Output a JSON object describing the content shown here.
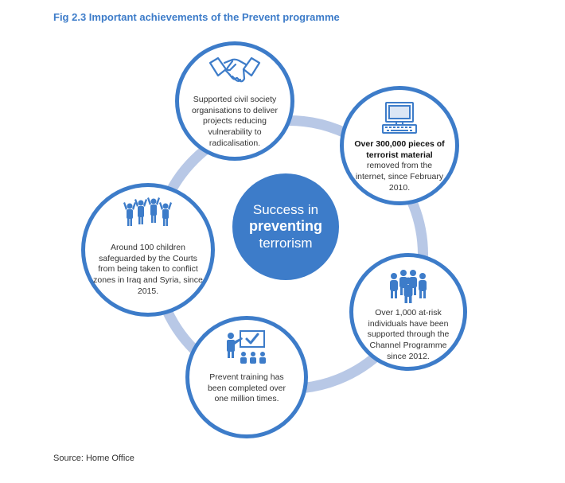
{
  "figure": {
    "title": "Fig 2.3 Important achievements of the Prevent programme",
    "source": "Source: Home Office"
  },
  "center": {
    "line1": "Success in",
    "line2": "preventing",
    "line3": "terrorism"
  },
  "nodes": [
    {
      "id": "civil-society",
      "icon": "handshake-icon",
      "text": "Supported civil society organisations to deliver projects reducing vulnerability to radicalisation."
    },
    {
      "id": "terrorist-material",
      "icon": "computer-icon",
      "bold": "Over 300,000 pieces of terrorist material",
      "text": "removed from the internet, since February 2010."
    },
    {
      "id": "at-risk",
      "icon": "group-people-icon",
      "text": "Over 1,000 at-risk individuals have been supported through the Channel Programme since 2012."
    },
    {
      "id": "training",
      "icon": "training-presentation-icon",
      "text": "Prevent training has been completed over one million times."
    },
    {
      "id": "children",
      "icon": "children-icon",
      "text": "Around 100 children safeguarded by the Courts from being taken to conflict zones in Iraq and Syria, since 2015."
    }
  ],
  "colors": {
    "accent": "#3d7cc9",
    "ring": "#b8c8e6",
    "text": "#333333"
  }
}
